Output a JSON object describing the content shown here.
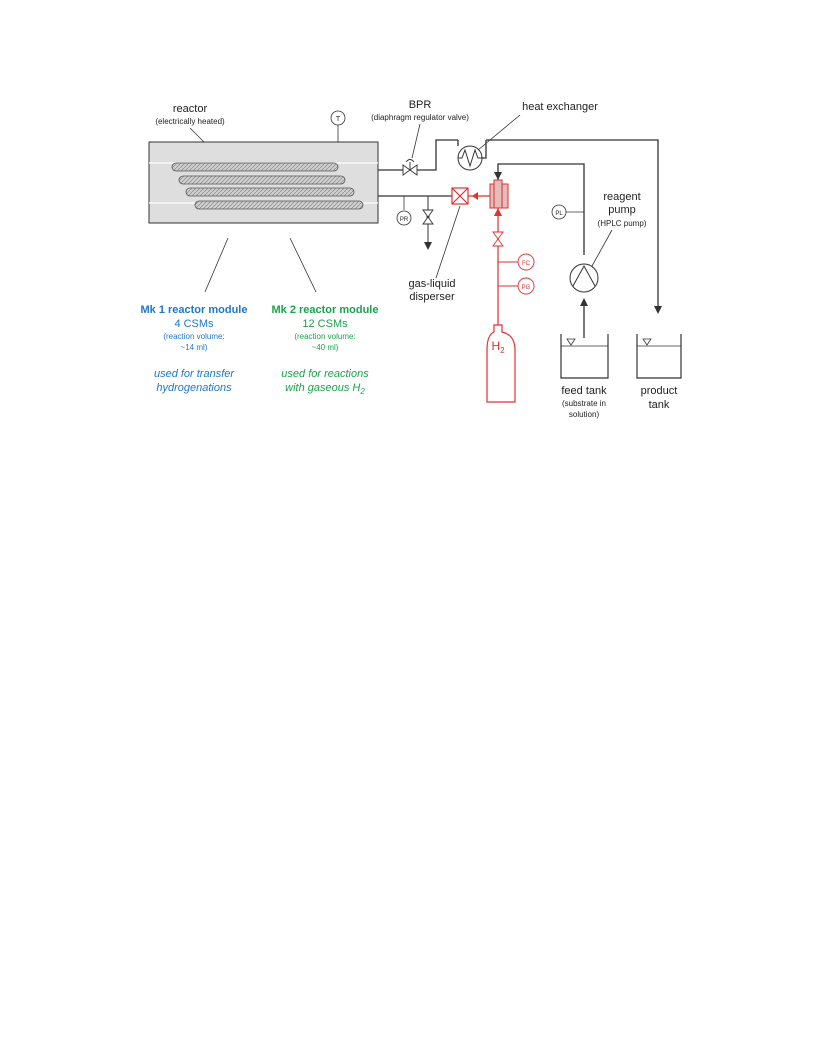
{
  "colors": {
    "line": "#222222",
    "reactor_fill": "#dedede",
    "mk1_blue": "#1f77c8",
    "mk2_green": "#1aa34a",
    "h2_red": "#e03030"
  },
  "labels": {
    "reactor": "reactor",
    "reactor_sub": "(electrically heated)",
    "bpr": "BPR",
    "bpr_sub": "(diaphragm regulator valve)",
    "heat_exchanger": "heat exchanger",
    "temp": "T",
    "pr": "PR",
    "pl": "PL",
    "fc": "FC",
    "pg": "PG",
    "reagent_pump": "reagent",
    "reagent_pump_2": "pump",
    "reagent_pump_sub": "(HPLC pump)",
    "gas_liquid": "gas-liquid",
    "disperser": "disperser",
    "h2_main": "H",
    "h2_sub": "2",
    "feed_tank": "feed tank",
    "feed_tank_sub1": "(substrate in",
    "feed_tank_sub2": "solution)",
    "product_tank": "product",
    "product_tank_2": "tank"
  },
  "mk1": {
    "title": "Mk 1 reactor module",
    "csms": "4 CSMs",
    "vol1": "(reaction volume:",
    "vol2": "~14 ml)",
    "use1": "used for transfer",
    "use2": "hydrogenations"
  },
  "mk2": {
    "title": "Mk 2 reactor module",
    "csms": "12 CSMs",
    "vol1": "(reaction volume:",
    "vol2": "~40 ml)",
    "use1": "used for reactions",
    "use2": "with gaseous H",
    "use2_sub": "2"
  }
}
